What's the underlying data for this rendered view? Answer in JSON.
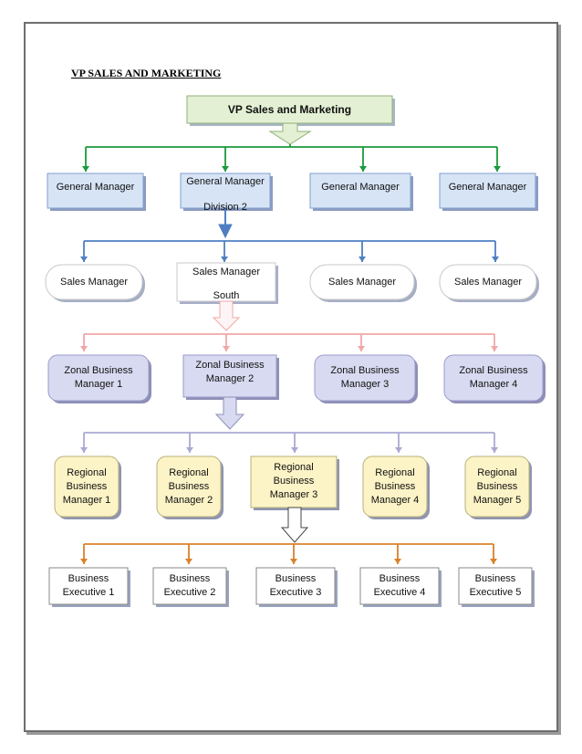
{
  "heading": "VP SALES AND MARKETING",
  "top": {
    "label": "VP Sales and Marketing"
  },
  "general_managers": [
    "General Manager",
    "General Manager\n\nDivision 2",
    "General Manager",
    "General Manager"
  ],
  "sales_managers": [
    "Sales Manager",
    "Sales Manager\n\nSouth",
    "Sales Manager",
    "Sales Manager"
  ],
  "zonal_managers": [
    "Zonal Business\nManager 1",
    "Zonal Business\nManager 2",
    "Zonal Business\nManager 3",
    "Zonal Business\nManager 4"
  ],
  "regional_managers": [
    "Regional\nBusiness\nManager 1",
    "Regional\nBusiness\nManager 2",
    "Regional\nBusiness\nManager 3",
    "Regional\nBusiness\nManager 4",
    "Regional\nBusiness\nManager 5"
  ],
  "executives": [
    "Business\nExecutive 1",
    "Business\nExecutive 2",
    "Business\nExecutive 3",
    "Business\nExecutive 4",
    "Business\nExecutive 5"
  ],
  "colors": {
    "green": "#1a9a3c",
    "blue": "#4f7fc2",
    "pink": "#f0a7a7",
    "lavender": "#a9a9d2",
    "orange": "#d9822b",
    "top_fill": "#e4f0d4",
    "gm_fill": "#d6e4f6",
    "zonal_fill": "#d8daf1",
    "regional_fill": "#fcf3c6",
    "white": "#ffffff"
  }
}
